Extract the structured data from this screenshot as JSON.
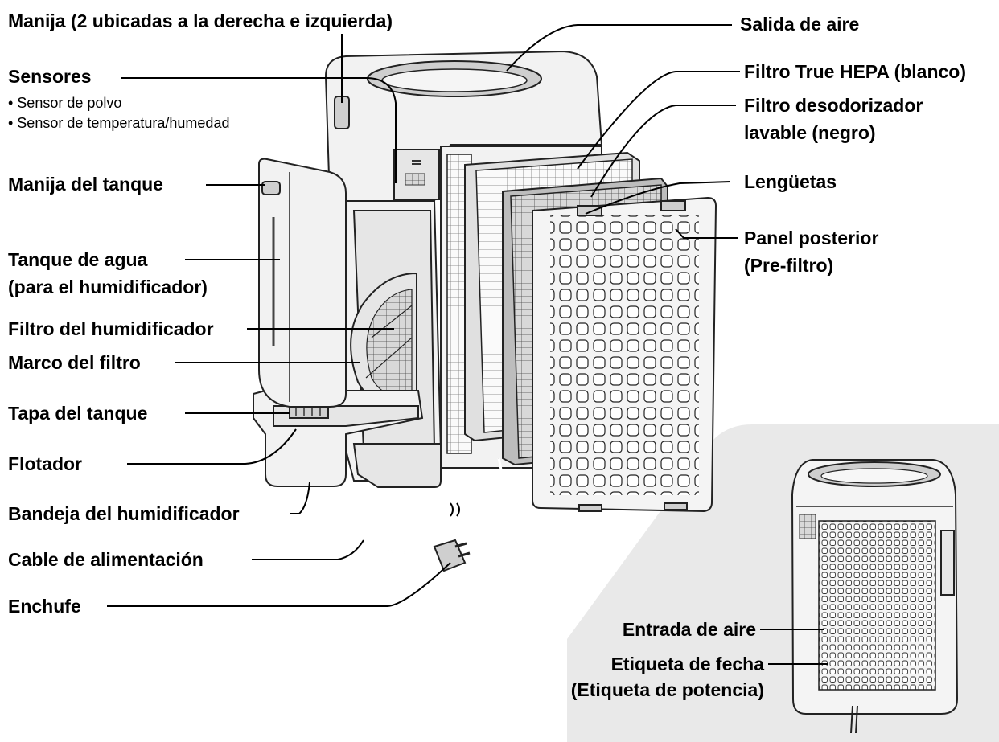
{
  "labels": {
    "manija": "Manija (2 ubicadas a la derecha e izquierda)",
    "sensores": "Sensores",
    "sensor_polvo": "• Sensor de polvo",
    "sensor_temp": "• Sensor de temperatura/humedad",
    "manija_tanque": "Manija del tanque",
    "tanque_1": "Tanque de agua",
    "tanque_2": "(para el humidificador)",
    "filtro_humid": "Filtro del humidificador",
    "marco": "Marco del filtro",
    "tapa": "Tapa del tanque",
    "flotador": "Flotador",
    "bandeja": "Bandeja del humidificador",
    "cable": "Cable de alimentación",
    "enchufe": "Enchufe",
    "salida": "Salida de aire",
    "hepa": "Filtro True HEPA (blanco)",
    "desodorizador_1": "Filtro desodorizador",
    "desodorizador_2": "lavable (negro)",
    "lenguetas": "Lengüetas",
    "panel_1": "Panel posterior",
    "panel_2": "(Pre-filtro)",
    "entrada": "Entrada de aire",
    "etiqueta_1": "Etiqueta de fecha",
    "etiqueta_2": "(Etiqueta de potencia)"
  },
  "colors": {
    "inset_background": "#e9e9e9",
    "unit_body": "#f2f2f2",
    "line": "#000000"
  }
}
